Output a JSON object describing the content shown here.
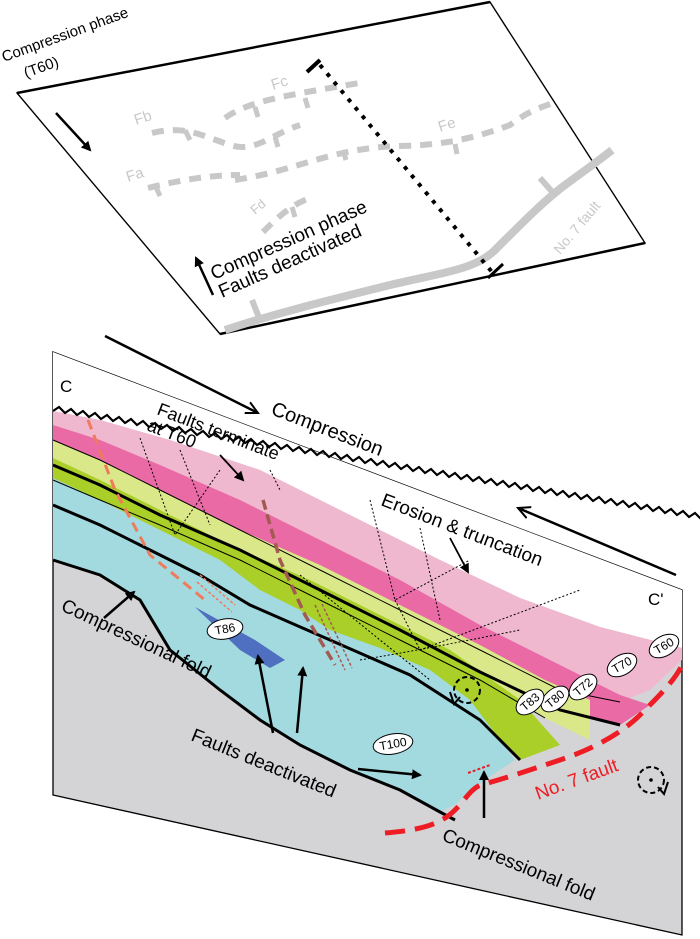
{
  "top_panel": {
    "title_line1": "Compression phase",
    "title_line2": "(T60)",
    "fault_labels": [
      "Fa",
      "Fb",
      "Fc",
      "Fd",
      "Fe"
    ],
    "no7_label": "No. 7 fault",
    "note_line1": "Compression phase",
    "note_line2": "Faults deactivated"
  },
  "section": {
    "start_label": "C",
    "end_label": "C'",
    "compression_label": "Compression",
    "faults_terminate_line1": "Faults terminate",
    "faults_terminate_line2": "at T60",
    "erosion_label": "Erosion & truncation",
    "compressional_fold_left": "Compressional fold",
    "compressional_fold_bottom": "Compressional fold",
    "faults_deactivated": "Faults deactivated",
    "no7_fault": "No. 7 fault",
    "horizons": [
      "T60",
      "T70",
      "T72",
      "T80",
      "T83",
      "T86",
      "T100"
    ]
  },
  "colors": {
    "layer_T60": "#efb8cf",
    "layer_T70": "#e96aa5",
    "layer_T72": "#dbe88a",
    "layer_T80": "#a9cf28",
    "layer_basin": "#a3dae0",
    "layer_T86": "#4f6fc0",
    "basement": "#d4d4d6",
    "fault_red": "#ee1c24",
    "fault_salmon": "#f07a5c",
    "fault_brown": "#a35a52",
    "map_fault_grey": "#c8c8c8"
  }
}
